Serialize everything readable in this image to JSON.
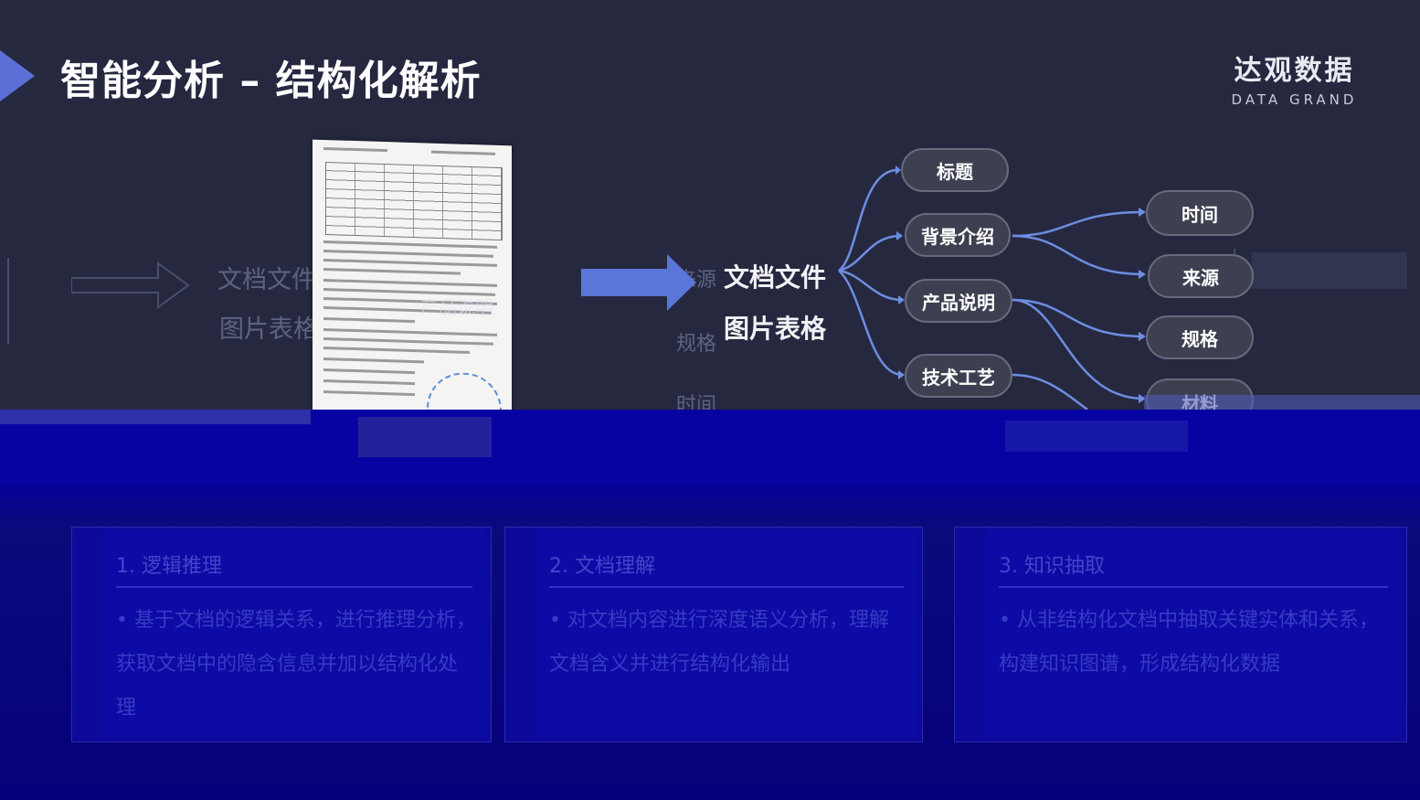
{
  "header": {
    "title": "智能分析 – 结构化解析",
    "logo_cn": "达观数据",
    "logo_en": "DATA GRAND"
  },
  "source": {
    "ghost_labels": [
      "文档文件",
      "图片表格"
    ],
    "ghost_tags": [
      "来源",
      "规格",
      "时间"
    ],
    "ghost_center": "产品说明"
  },
  "input_labels": [
    "文档文件",
    "图片表格"
  ],
  "tree": {
    "level1": [
      "标题",
      "背景介绍",
      "产品说明",
      "技术工艺"
    ],
    "level2": [
      "时间",
      "来源",
      "规格",
      "材料"
    ]
  },
  "cards": [
    {
      "title": "1. 逻辑推理",
      "body": "• 基于文档的逻辑关系，进行推理分析，获取文档中的隐含信息并加以结构化处理"
    },
    {
      "title": "2. 文档理解",
      "body": "• 对文档内容进行深度语义分析，理解文档含义并进行结构化输出"
    },
    {
      "title": "3. 知识抽取",
      "body": "• 从非结构化文档中抽取关键实体和关系，构建知识图谱，形成结构化数据"
    }
  ]
}
